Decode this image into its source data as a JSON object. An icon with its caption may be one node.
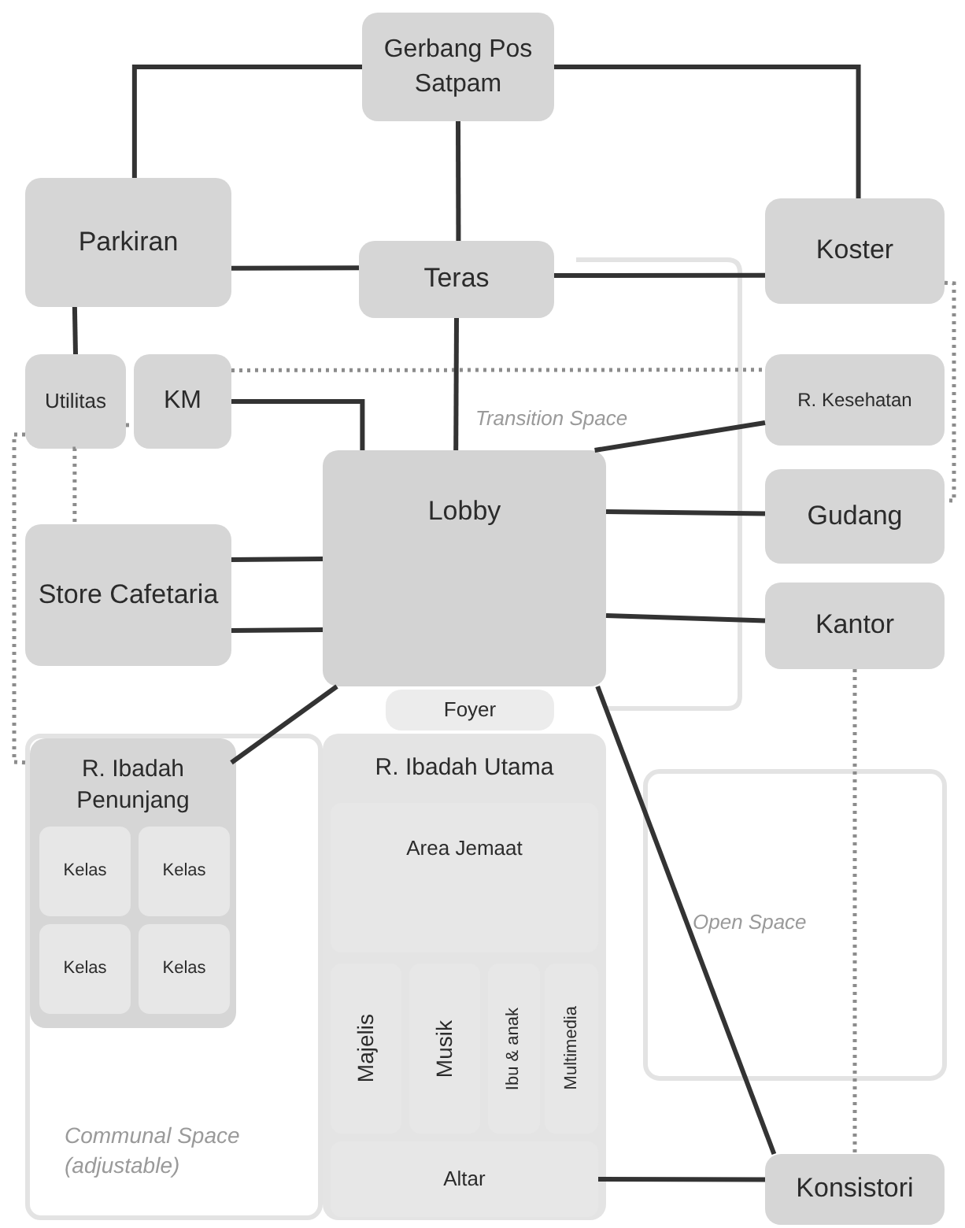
{
  "diagram": {
    "nodes": [
      {
        "text": [
          "Gerbang Pos Satpam"
        ]
      },
      {
        "text": [
          "Parkiran"
        ]
      },
      {
        "text": [
          "Teras"
        ]
      },
      {
        "text": [
          "Koster"
        ]
      },
      {
        "text": [
          "Utilitas"
        ]
      },
      {
        "text": [
          "KM"
        ]
      },
      {
        "text": [
          "R. Kesehatan"
        ]
      },
      {
        "text": [
          "Lobby"
        ]
      },
      {
        "text": [
          "Gudang"
        ]
      },
      {
        "text": [
          "Store Cafetaria"
        ]
      },
      {
        "text": [
          "Kantor"
        ]
      },
      {
        "text": [
          "Foyer"
        ]
      },
      {
        "text": [
          "Communal Space (adjustable)"
        ]
      },
      {
        "text": [
          "R. Ibadah Penunjang"
        ],
        "in": 12
      },
      {
        "text": [
          "Kelas"
        ],
        "in": 13
      },
      {
        "text": [
          "Kelas"
        ],
        "in": 13
      },
      {
        "text": [
          "Kelas"
        ],
        "in": 13
      },
      {
        "text": [
          "Kelas"
        ],
        "in": 13
      },
      {
        "text": [
          "R. Ibadah Utama"
        ]
      },
      {
        "text": [
          "Area Jemaat"
        ],
        "in": 18
      },
      {
        "text": [
          "Majelis"
        ],
        "in": 18
      },
      {
        "text": [
          "Musik"
        ],
        "in": 18
      },
      {
        "text": [
          "Ibu & anak"
        ],
        "in": 18
      },
      {
        "text": [
          "Multimedia"
        ],
        "in": 18
      },
      {
        "text": [
          "Altar"
        ],
        "in": 18
      },
      {
        "text": [
          "Konsistori"
        ]
      }
    ],
    "edges": [
      {
        "from": 0,
        "to": 1,
        "arrow": "none"
      },
      {
        "from": 0,
        "to": 3,
        "arrow": "none"
      },
      {
        "from": 0,
        "to": 2,
        "arrow": "none"
      },
      {
        "from": 1,
        "to": 2,
        "arrow": "none"
      },
      {
        "from": 2,
        "to": 3,
        "arrow": "none"
      },
      {
        "from": 1,
        "to": 4,
        "arrow": "none"
      },
      {
        "from": 5,
        "to": 6,
        "arrow": "none",
        "style": "dashed",
        "color": "#8c8c8c"
      },
      {
        "from": 4,
        "to": 5,
        "arrow": "none",
        "style": "dashed",
        "color": "#8c8c8c"
      },
      {
        "from": 4,
        "to": 9,
        "arrow": "none",
        "style": "dashed",
        "color": "#8c8c8c"
      },
      {
        "from": 4,
        "to": 13,
        "arrow": "none",
        "style": "dashed",
        "color": "#8c8c8c"
      },
      {
        "from": 3,
        "to": 8,
        "arrow": "none",
        "style": "dashed",
        "color": "#8c8c8c"
      },
      {
        "from": 5,
        "to": 7,
        "arrow": "none"
      },
      {
        "from": 2,
        "to": 7,
        "arrow": "none"
      },
      {
        "from": 6,
        "to": 7,
        "arrow": "none"
      },
      {
        "from": 9,
        "to": 7,
        "arrow": "none"
      },
      {
        "from": 9,
        "to": 7,
        "arrow": "none"
      },
      {
        "from": 7,
        "to": 8,
        "arrow": "none"
      },
      {
        "from": 7,
        "to": 10,
        "arrow": "none"
      },
      {
        "from": 13,
        "to": 7,
        "arrow": "none"
      },
      {
        "from": 7,
        "to": 25,
        "arrow": "none"
      },
      {
        "from": 24,
        "to": 25,
        "arrow": "none"
      },
      {
        "from": 10,
        "to": 25,
        "arrow": "none",
        "style": "dashed",
        "color": "#8c8c8c"
      }
    ],
    "labels": [
      "Transition Space",
      "Open Space"
    ]
  }
}
